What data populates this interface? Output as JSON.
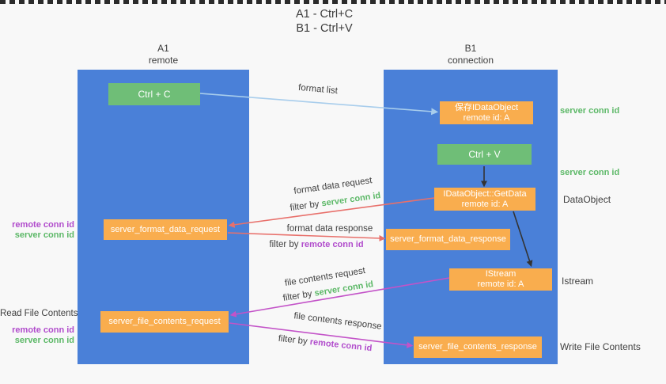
{
  "title": {
    "line1": "A1 - Ctrl+C",
    "line2": "B1 - Ctrl+V"
  },
  "lanes": {
    "a": {
      "title": "A1",
      "subtitle": "remote"
    },
    "b": {
      "title": "B1",
      "subtitle": "connection"
    }
  },
  "boxes": {
    "ctrl_c": {
      "label": "Ctrl + C"
    },
    "ctrl_v": {
      "label": "Ctrl + V"
    },
    "save_obj": {
      "line1": "保存IDataObject",
      "line2": "remote id: A"
    },
    "getdata": {
      "line1": "IDataObject::GetData",
      "line2": "remote id: A"
    },
    "istream": {
      "line1": "IStream",
      "line2": "remote id: A"
    },
    "format_request": {
      "label": "server_format_data_request"
    },
    "format_response": {
      "label": "server_format_data_response"
    },
    "file_request": {
      "label": "server_file_contents_request"
    },
    "file_response": {
      "label": "server_file_contents_response"
    }
  },
  "side_labels": {
    "server_conn_top": "server conn id",
    "server_conn_mid": "server conn id",
    "dataobject": "DataObject",
    "istream": "Istream",
    "write_file_contents": "Write File Contents",
    "read_file_contents": "Read File Contents",
    "left_format": {
      "remote": "remote conn id",
      "server": "server conn id"
    },
    "left_file": {
      "remote": "remote conn id",
      "server": "server conn id"
    }
  },
  "arrow_labels": {
    "format_list": "format list",
    "format_data_request": "format data request",
    "format_data_response": "format data response",
    "file_contents_request": "file contents request",
    "file_contents_response": "file contents response",
    "filter_by_1": "filter by ",
    "filter_val_1": "server conn id",
    "filter_by_2": "filter by ",
    "filter_val_2": "remote conn id",
    "filter_by_3": "filter by ",
    "filter_val_3": "server conn id",
    "filter_by_4": "filter by ",
    "filter_val_4": "remote conn id"
  },
  "colors": {
    "lane_blue": "#4a80d8",
    "box_green": "#6fbe77",
    "box_orange": "#f9ad4e",
    "arrow_blue": "#a8cdec",
    "arrow_red": "#e8706b",
    "arrow_black": "#333333",
    "arrow_magenta": "#c353c8",
    "text_green": "#5cb867",
    "text_purple": "#b14ccc",
    "background": "#f8f8f8"
  }
}
